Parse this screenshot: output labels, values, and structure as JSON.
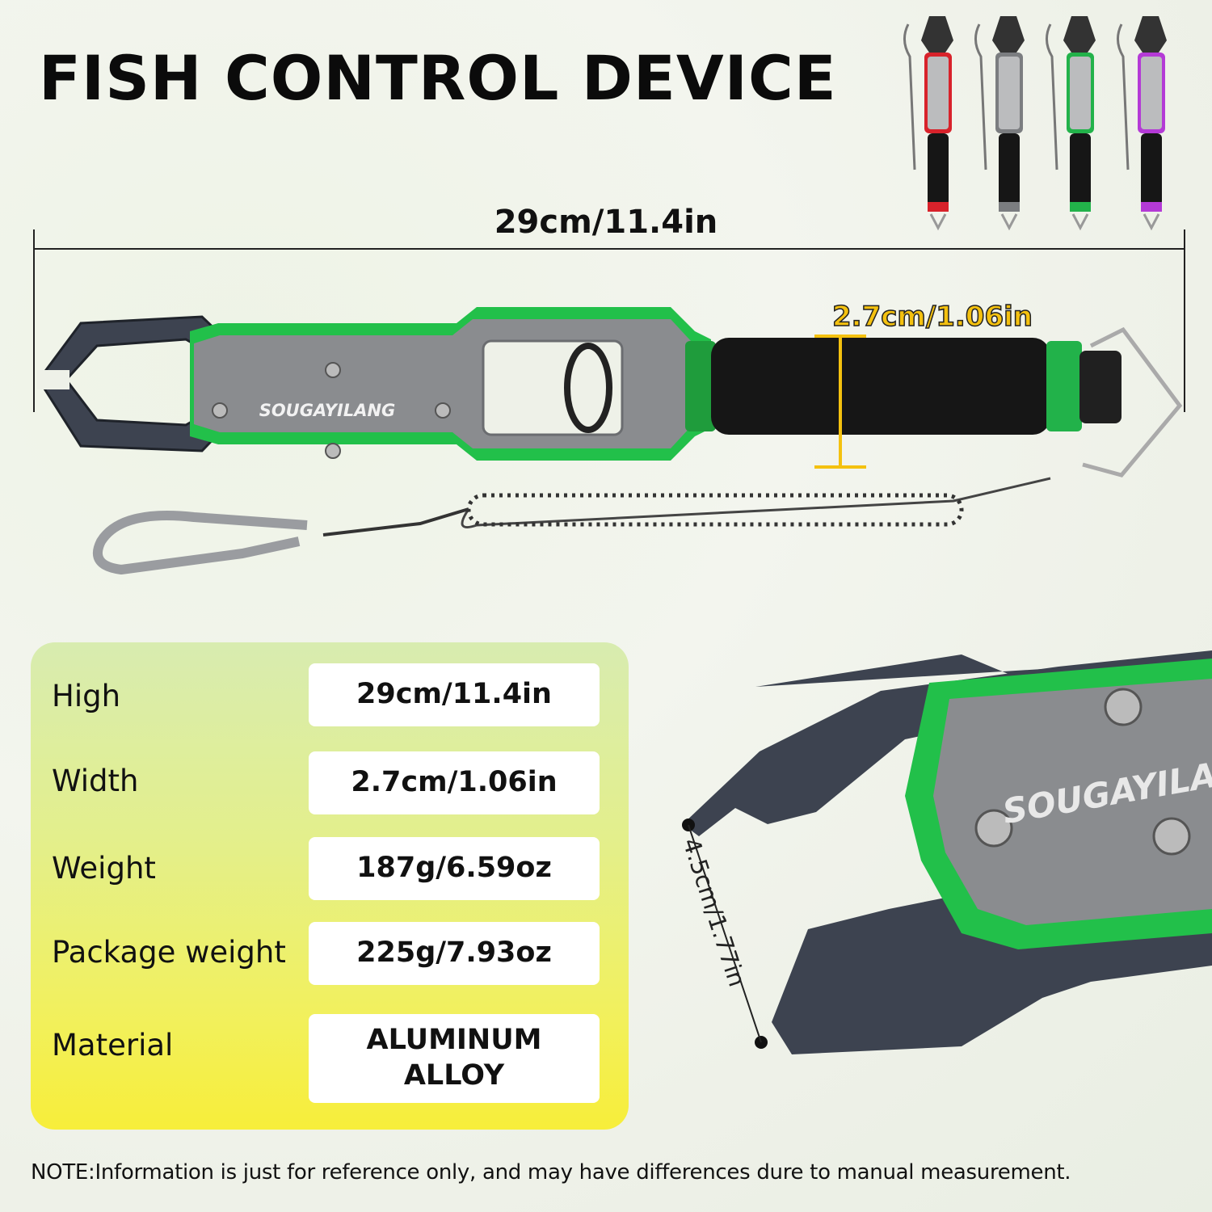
{
  "title": "FISH CONTROL DEVICE",
  "dimensions": {
    "length": "29cm/11.4in",
    "width": "2.7cm/1.06in",
    "jaw_opening": "4.5cm/1.77in"
  },
  "brand": "SOUGAYILANG",
  "color_variants": [
    {
      "name": "red",
      "color": "#d8222b"
    },
    {
      "name": "gray",
      "color": "#7b7d80"
    },
    {
      "name": "green",
      "color": "#22b24a"
    },
    {
      "name": "purple",
      "color": "#b43ad6"
    }
  ],
  "specs": [
    {
      "label": "High",
      "value": "29cm/11.4in"
    },
    {
      "label": "Width",
      "value": "2.7cm/1.06in"
    },
    {
      "label": "Weight",
      "value": "187g/6.59oz"
    },
    {
      "label": "Package weight",
      "value": "225g/7.93oz"
    },
    {
      "label": "Material",
      "value": "ALUMINUM ALLOY"
    }
  ],
  "note": "NOTE:Information is just for reference only, and may have differences dure to manual measurement.",
  "colors": {
    "accent_green": "#22c04a",
    "body_gray": "#8a8c8f",
    "jaw_dark": "#3d4350",
    "highlight_yellow": "#f4c10f"
  }
}
